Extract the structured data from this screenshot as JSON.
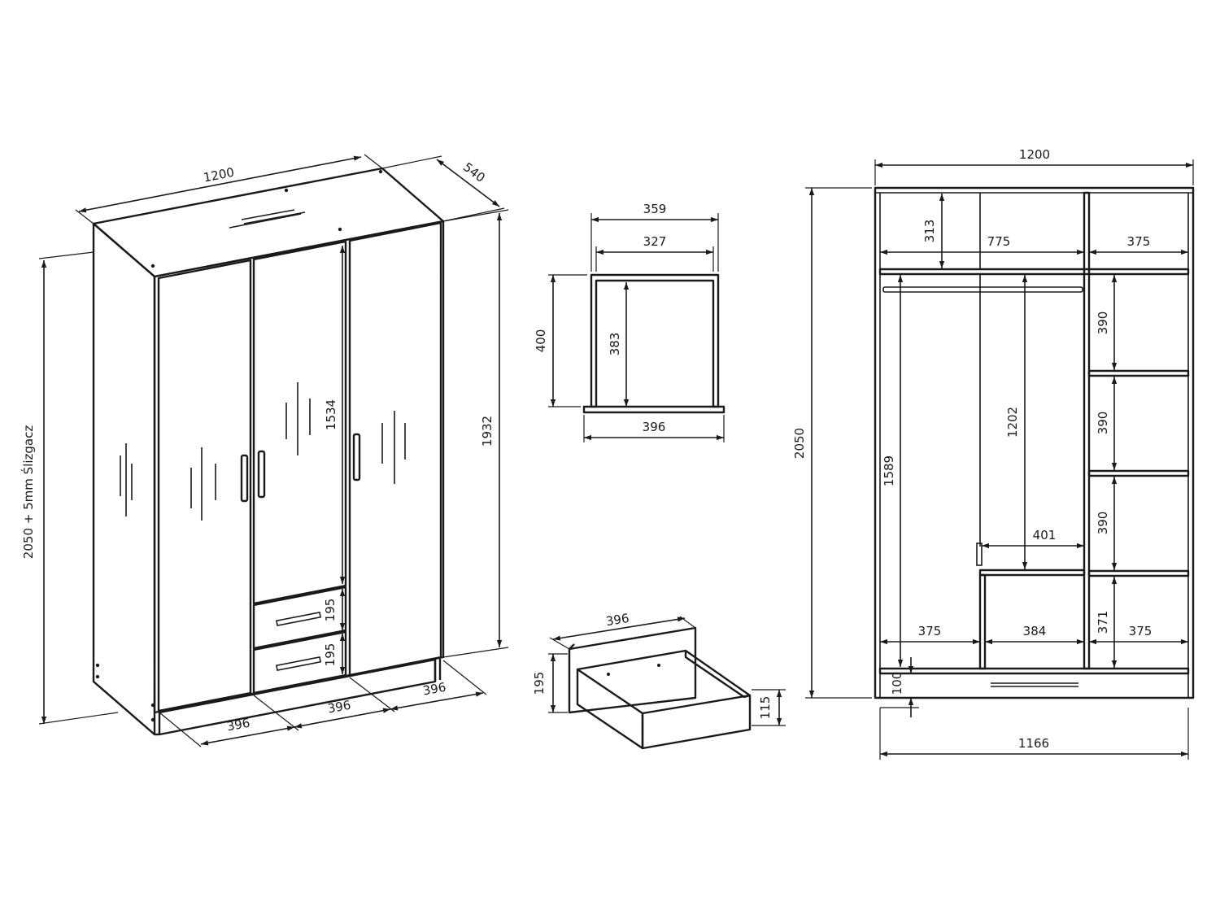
{
  "isometric": {
    "width": "1200",
    "depth": "540",
    "height": "2050 + 5mm Ślizgacz",
    "body_height": "1932",
    "door_height": "1534",
    "drawer_front_1": "195",
    "drawer_front_2": "195",
    "section_1": "396",
    "section_2": "396",
    "section_3": "396"
  },
  "drawer_front_view": {
    "outer_width": "359",
    "inner_width": "327",
    "front_height": "400",
    "inner_height": "383",
    "front_panel_width": "396"
  },
  "drawer_iso": {
    "front_width": "396",
    "front_height": "195",
    "box_height": "115"
  },
  "interior": {
    "total_width": "1200",
    "total_height": "2050",
    "inner_width": "1166",
    "top_shelf_height": "313",
    "top_left_width": "775",
    "top_right_width": "375",
    "hanging_height": "1589",
    "rail_height": "1202",
    "mid_shelf_width": "401",
    "right_shelf_1": "390",
    "right_shelf_2": "390",
    "right_shelf_3": "390",
    "right_shelf_4": "371",
    "bottom_left_width": "375",
    "bottom_mid_width": "384",
    "bottom_right_width": "375",
    "plinth_height": "100"
  }
}
